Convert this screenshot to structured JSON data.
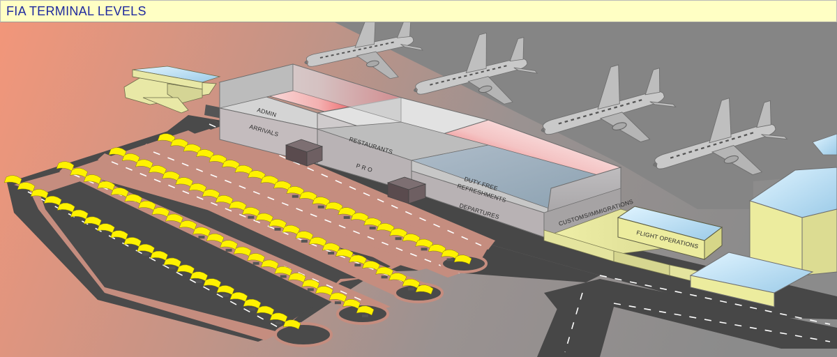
{
  "title": "FIA TERMINAL LEVELS",
  "labels": {
    "admin": "ADMIN",
    "arrivals": "ARRIVALS",
    "restaurants": "RESTAURANTS",
    "pro": "P R O",
    "duty_free_1": "DUTY FREE",
    "duty_free_2": "REFRESHMENTS",
    "departures": "DEPARTURES",
    "customs": "CUSTOMS/IMMIGRATIONS",
    "flight_operations": "FLIGHT OPERATIONS"
  },
  "colors": {
    "title_text": "#1f2a9e",
    "title_bg": "#ffffc4",
    "canopy": "#fff200",
    "terminal_red": "#e8000a",
    "building_wall": "#cfcfcf",
    "road": "#4a4a4a"
  }
}
